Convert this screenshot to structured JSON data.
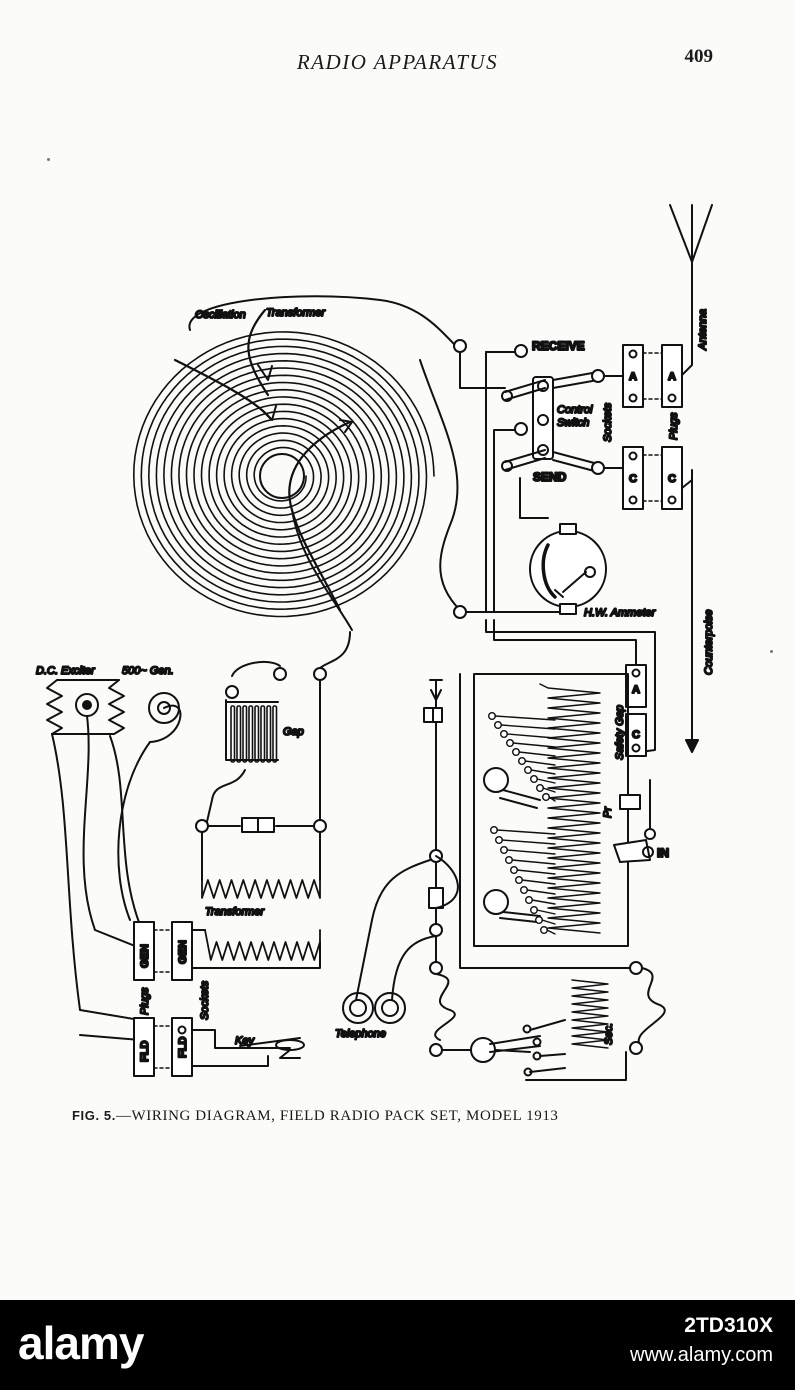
{
  "header": {
    "running_head": "RADIO APPARATUS",
    "page_number": "409"
  },
  "labels": {
    "oscillation": "Oscillation",
    "transformer_top": "Transformer",
    "receive": "RECEIVE",
    "send": "SEND",
    "control": "Control",
    "switch": "Switch",
    "sockets_right": "Sockets",
    "plugs_right": "Plugs",
    "antenna": "Antenna",
    "plug_a": "A",
    "plug_c": "C",
    "ammeter": "H.W. Ammeter",
    "counterpoise": "Counterpoise",
    "dc_exciter": "D.C. Exciter",
    "gen_500": "500~ Gen.",
    "gap": "Gap",
    "transformer_mid": "Transformer",
    "safety_gap": "Safety Gap",
    "pr": "Pr",
    "in": "IN",
    "gen_plug": "GEN",
    "gen_socket": "GEN",
    "fld_plug": "FLD",
    "fld_socket": "FLD",
    "plugs_left": "Plugs",
    "sockets_left": "Sockets",
    "key": "Key",
    "telephone": "Telephone",
    "sec": "Sec."
  },
  "caption": {
    "fig": "FIG. 5.",
    "text": "—WIRING DIAGRAM, FIELD RADIO PACK SET, MODEL 1913"
  },
  "watermark": {
    "logo": "alamy",
    "image_id": "2TD310X",
    "url": "www.alamy.com"
  }
}
